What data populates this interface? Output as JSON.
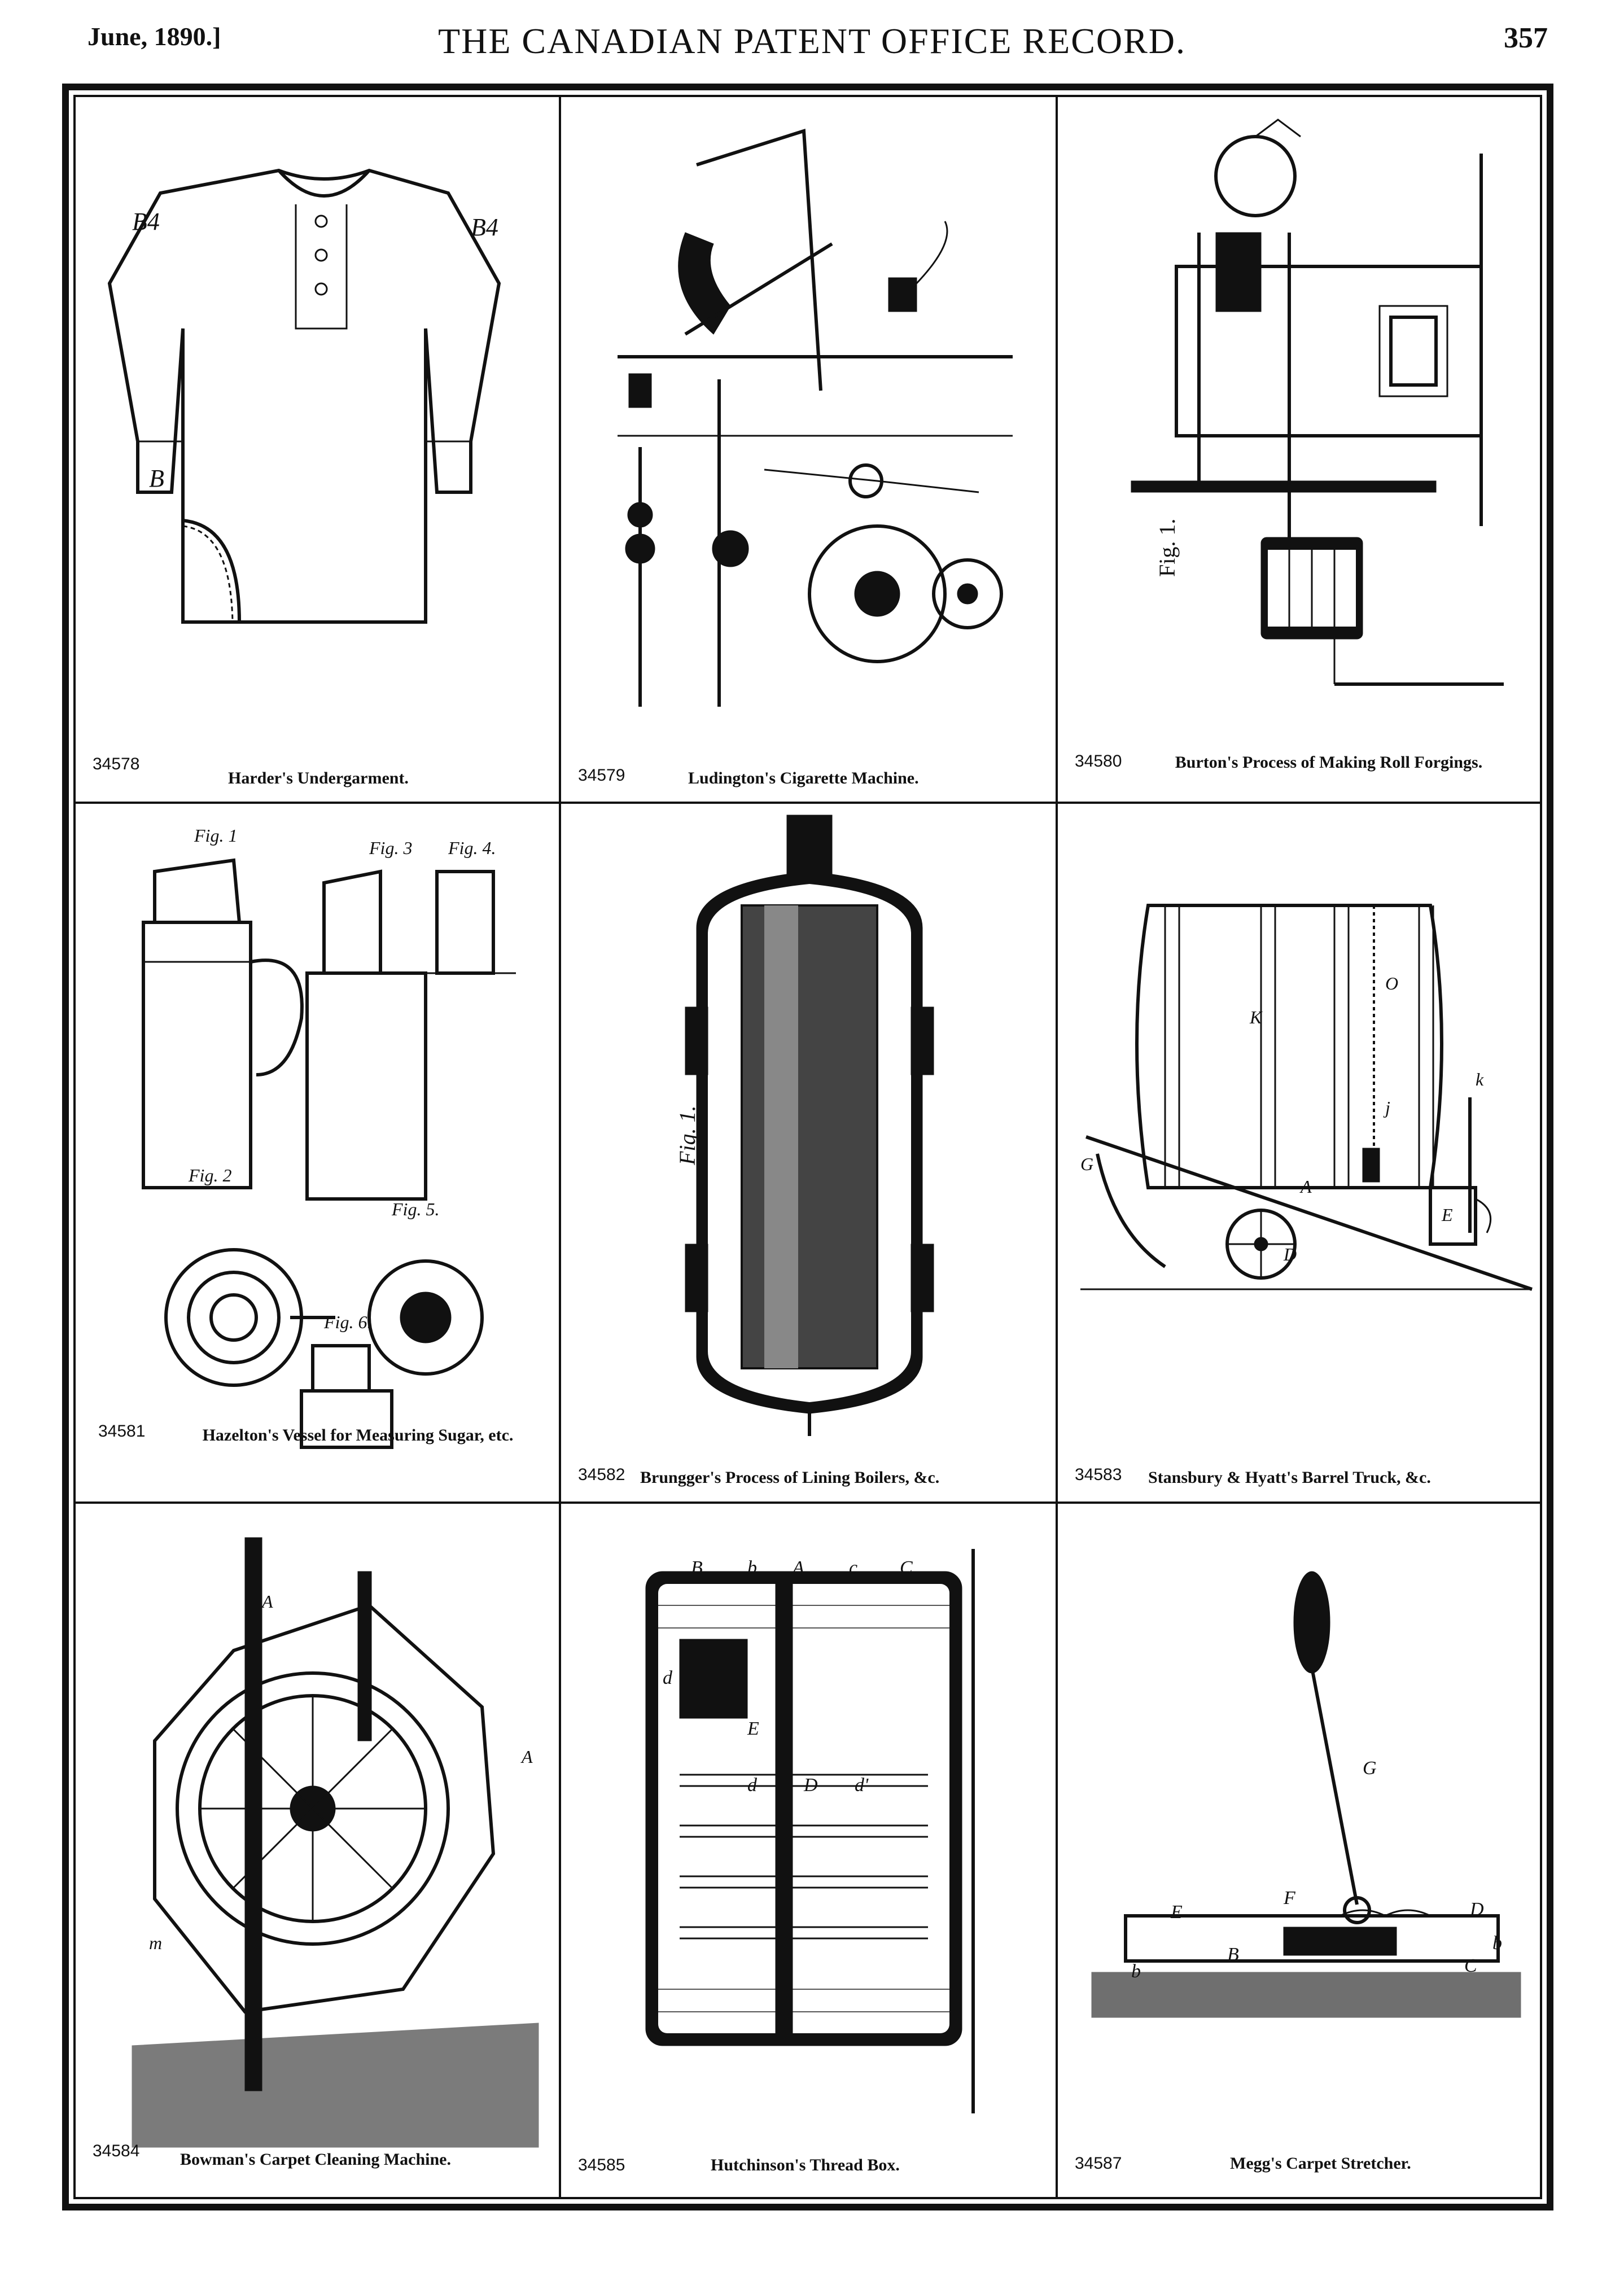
{
  "header": {
    "date": "June, 1890.]",
    "title": "THE CANADIAN PATENT OFFICE RECORD.",
    "page": "357"
  },
  "patents": [
    {
      "number": "34578",
      "title": "Harder's Undergarment."
    },
    {
      "number": "34579",
      "title": "Ludington's Cigarette Machine."
    },
    {
      "number": "34580",
      "title": "Burton's Process of Making Roll Forgings."
    },
    {
      "number": "34581",
      "title": "Hazelton's Vessel for Measuring Sugar, etc."
    },
    {
      "number": "34582",
      "title": "Brungger's Process of Lining Boilers, &c."
    },
    {
      "number": "34583",
      "title": "Stansbury & Hyatt's Barrel Truck, &c."
    },
    {
      "number": "34584",
      "title": "Bowman's Carpet Cleaning Machine."
    },
    {
      "number": "34585",
      "title": "Hutchinson's Thread Box."
    },
    {
      "number": "34587",
      "title": "Megg's Carpet Stretcher."
    }
  ],
  "figure_labels": {
    "shirt": [
      "B4",
      "B4",
      "B"
    ],
    "burton": "Fig. 1.",
    "hazelton": [
      "Fig. 1",
      "Fig. 3",
      "Fig. 4.",
      "Fig. 2",
      "Fig. 5.",
      "Fig. 6."
    ],
    "brungger": "Fig. 1.",
    "barrel": [
      "K",
      "O",
      "G",
      "A",
      "D",
      "E",
      "k",
      "j"
    ],
    "bowman": [
      "A",
      "A",
      "m"
    ],
    "thread": [
      "B",
      "b",
      "A",
      "c",
      "C",
      "d",
      "E",
      "d",
      "D",
      "d'"
    ],
    "megg": [
      "G",
      "F",
      "E",
      "D",
      "B",
      "b",
      "C",
      "b"
    ]
  }
}
